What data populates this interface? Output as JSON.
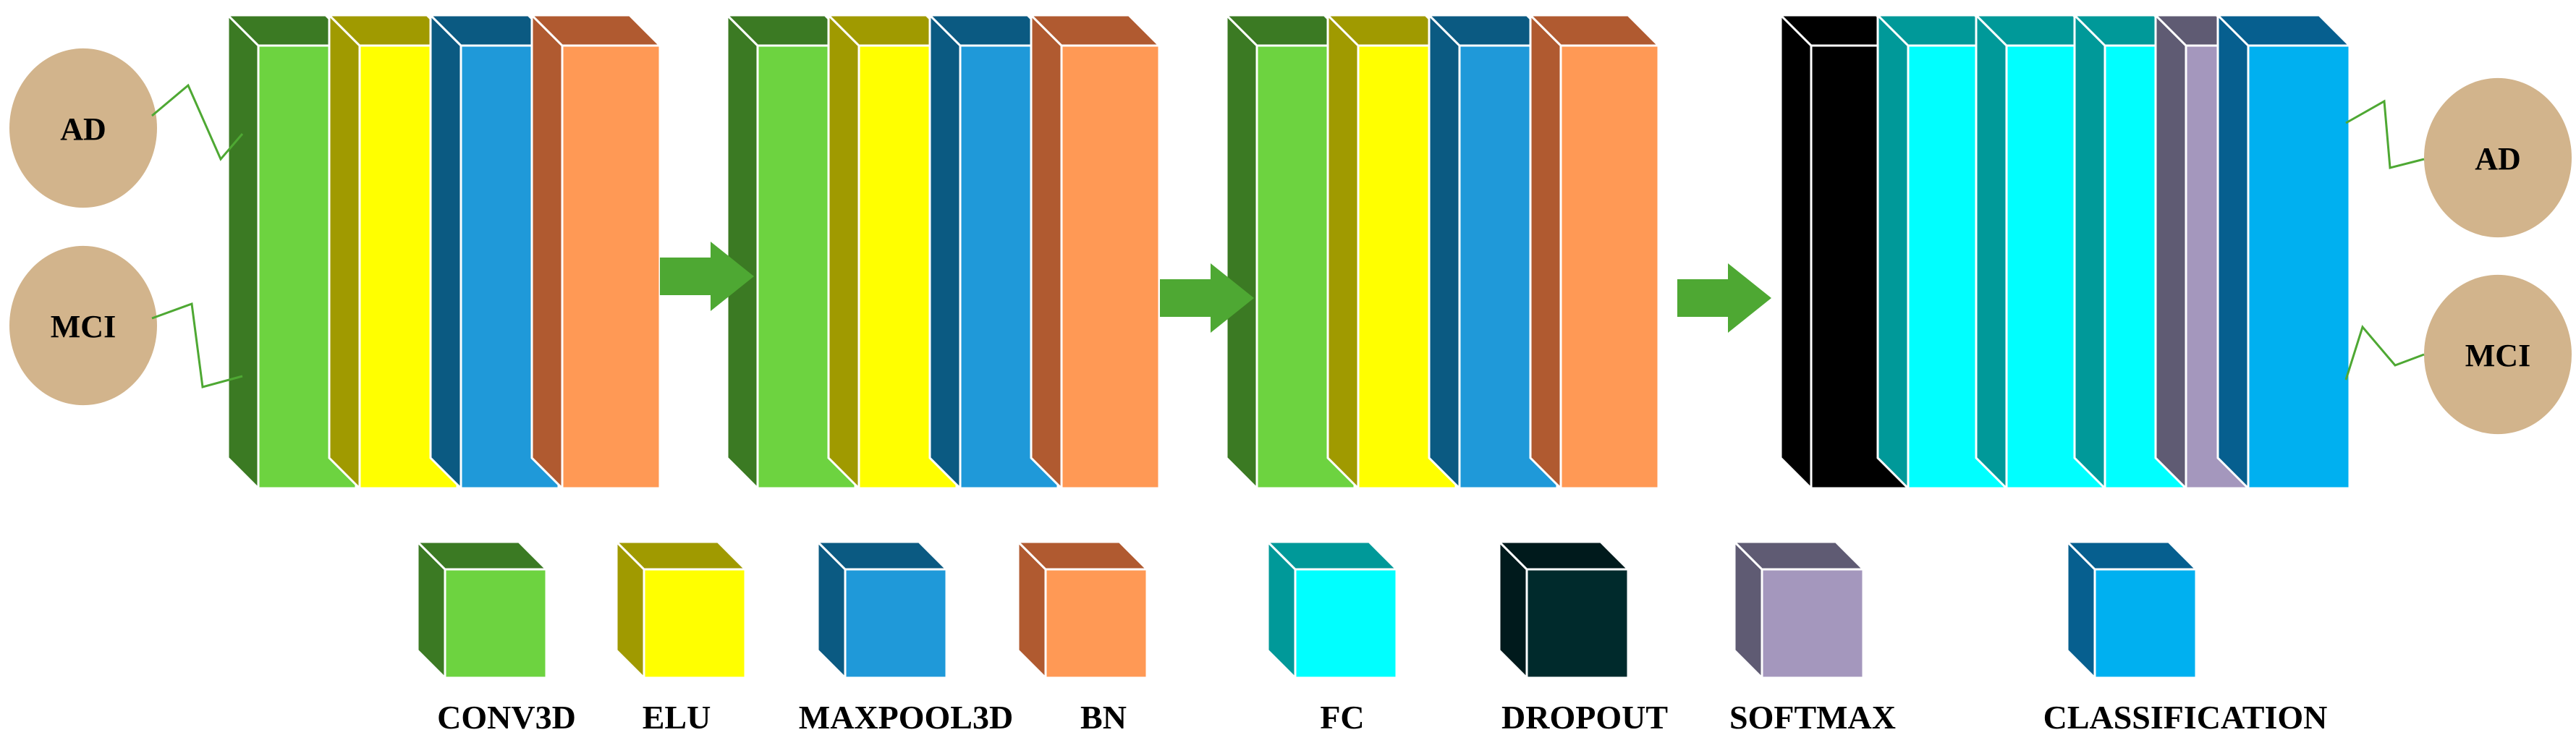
{
  "inputs": [
    "AD",
    "MCI"
  ],
  "outputs": [
    "AD",
    "MCI"
  ],
  "colors": {
    "conv3d": {
      "front": "#6dd340",
      "side": "#3b7a23",
      "top": "#3b7a23"
    },
    "elu": {
      "front": "#ffff00",
      "side": "#a09a00",
      "top": "#a09a00"
    },
    "maxpool3d": {
      "front": "#1f99d9",
      "side": "#0b5a82",
      "top": "#0b5a82"
    },
    "bn": {
      "front": "#ff9955",
      "side": "#b05a30",
      "top": "#b05a30"
    },
    "fc": {
      "front": "#00ffff",
      "side": "#009999",
      "top": "#009999"
    },
    "dropout": {
      "front": "#002a2c",
      "side": "#001a1c",
      "top": "#001a1c"
    },
    "dropout_block": {
      "front": "#000000",
      "side": "#000000",
      "top": "#000000"
    },
    "softmax": {
      "front": "#a497bd",
      "side": "#5f5b73",
      "top": "#5f5b73"
    },
    "classification": {
      "front": "#00b0f0",
      "side": "#065f8f",
      "top": "#065f8f"
    },
    "circle": "#d2b48c",
    "arrow": "#4ea833",
    "connector": "#4ea833"
  },
  "legend": [
    {
      "key": "conv3d",
      "label": "CONV3D"
    },
    {
      "key": "elu",
      "label": "ELU"
    },
    {
      "key": "maxpool3d",
      "label": "MAXPOOL3D"
    },
    {
      "key": "bn",
      "label": "BN"
    },
    {
      "key": "fc",
      "label": "FC"
    },
    {
      "key": "dropout",
      "label": "DROPOUT"
    },
    {
      "key": "softmax",
      "label": "SOFTMAX"
    },
    {
      "key": "classification",
      "label": "CLASSIFICATION"
    }
  ],
  "stages": [
    [
      "conv3d",
      "elu",
      "maxpool3d",
      "bn"
    ],
    [
      "conv3d",
      "elu",
      "maxpool3d",
      "bn"
    ],
    [
      "conv3d",
      "elu",
      "maxpool3d",
      "bn"
    ],
    [
      "dropout_block",
      "fc",
      "fc",
      "fc",
      "softmax",
      "classification"
    ]
  ]
}
